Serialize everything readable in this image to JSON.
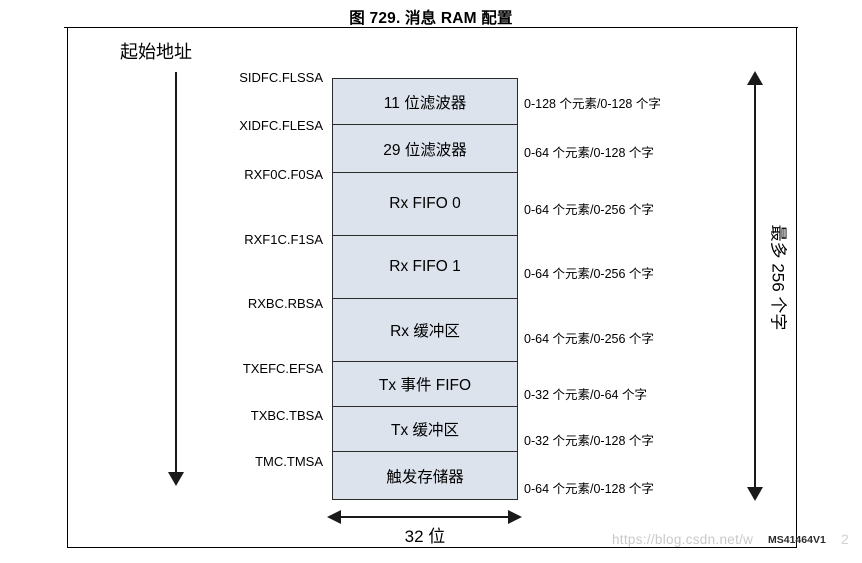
{
  "figure": {
    "title": "图 729. 消息 RAM 配置",
    "id": "MS41464V1",
    "id_tail": "2",
    "watermark": "https://blog.csdn.net/w"
  },
  "start_address": {
    "label": "起始地址"
  },
  "total_span": {
    "label": "最多 256 个字"
  },
  "width": {
    "label": "32 位"
  },
  "memory_map": {
    "blocks": [
      {
        "register": "SIDFC.FLSSA",
        "name": "11 位滤波器",
        "size": "0-128 个元素/0-128 个字",
        "height": 46
      },
      {
        "register": "XIDFC.FLESA",
        "name": "29 位滤波器",
        "size": "0-64 个元素/0-128 个字",
        "height": 48
      },
      {
        "register": "RXF0C.F0SA",
        "name": "Rx FIFO 0",
        "size": "0-64 个元素/0-256 个字",
        "height": 63
      },
      {
        "register": "RXF1C.F1SA",
        "name": "Rx FIFO 1",
        "size": "0-64 个元素/0-256 个字",
        "height": 63
      },
      {
        "register": "RXBC.RBSA",
        "name": "Rx 缓冲区",
        "size": "0-64 个元素/0-256 个字",
        "height": 63
      },
      {
        "register": "TXEFC.EFSA",
        "name": "Tx 事件 FIFO",
        "size": "0-32 个元素/0-64 个字",
        "height": 45
      },
      {
        "register": "TXBC.TBSA",
        "name": "Tx 缓冲区",
        "size": "0-32 个元素/0-128 个字",
        "height": 45
      },
      {
        "register": "TMC.TMSA",
        "name": "触发存储器",
        "size": "0-64 个元素/0-128 个字",
        "height": 47
      }
    ]
  },
  "colors": {
    "block_fill": "#dce3ed",
    "block_border": "#2b2b2b",
    "frame_border": "#000000",
    "arrow": "#1a1a1a",
    "watermark": "#c9c9c9"
  }
}
